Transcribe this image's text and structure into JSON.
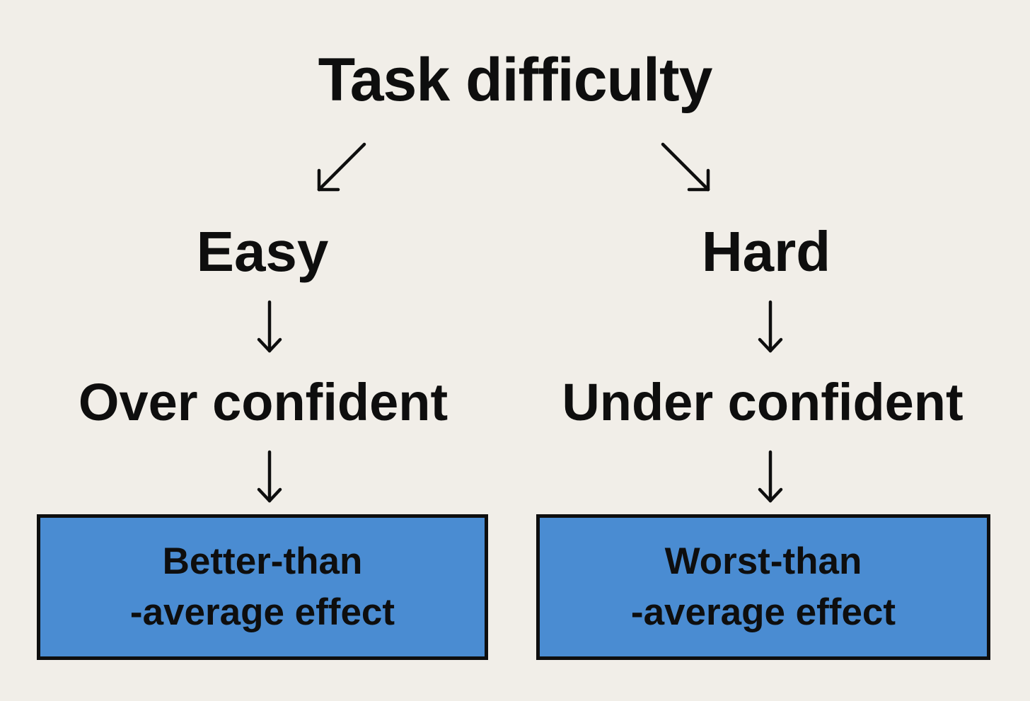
{
  "title": "Task difficulty",
  "branches": {
    "left": {
      "difficulty": "Easy",
      "confidence": "Over confident",
      "effect_line1": "Better-than",
      "effect_line2": "-average effect"
    },
    "right": {
      "difficulty": "Hard",
      "confidence": "Under confident",
      "effect_line1": "Worst-than",
      "effect_line2": "-average effect"
    }
  },
  "icons": {
    "branch_left": "arrow-down-left",
    "branch_right": "arrow-down-right",
    "flow_down": "arrow-down"
  },
  "colors": {
    "background": "#f1eee8",
    "box_fill": "#4a8cd2",
    "box_border": "#0e0e0e",
    "ink": "#0e0e0e"
  }
}
